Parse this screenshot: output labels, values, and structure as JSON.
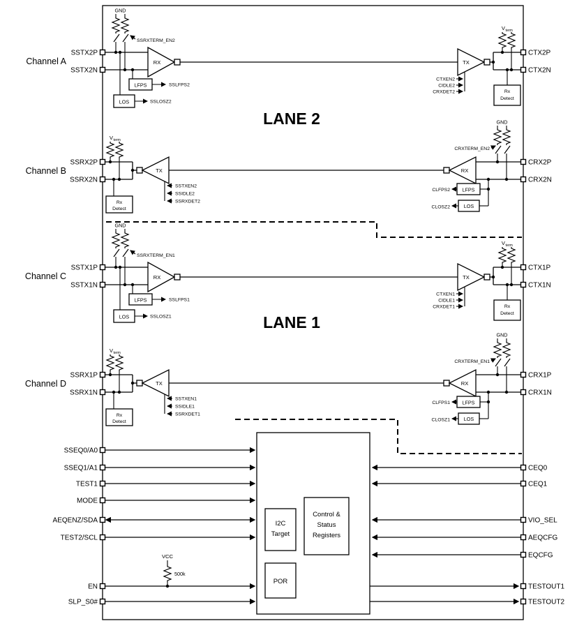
{
  "colors": {
    "ink": "#000000",
    "background": "#ffffff"
  },
  "common": {
    "gnd": "GND",
    "vterm_v": "V",
    "vterm_sub": "term",
    "rx": "RX",
    "tx": "TX",
    "lfps": "LFPS",
    "los": "LOS",
    "rx_detect_line1": "Rx",
    "rx_detect_line2": "Detect"
  },
  "lanes": {
    "lane_2": "LANE 2",
    "lane_1": "LANE 1"
  },
  "channel_a": {
    "label": "Channel A",
    "pin_left_p": "SSTX2P",
    "pin_left_n": "SSTX2N",
    "pin_right_p": "CTX2P",
    "pin_right_n": "CTX2N",
    "term_en": "SSRXTERM_EN2",
    "lfps_out": "SSLFPS2",
    "los_out": "SSLOSZ2",
    "ctl_1": "CTXEN2",
    "ctl_2": "CIDLE2",
    "ctl_3": "CRXDET2"
  },
  "channel_b": {
    "label": "Channel B",
    "pin_left_p": "SSRX2P",
    "pin_left_n": "SSRX2N",
    "pin_right_p": "CRX2P",
    "pin_right_n": "CRX2N",
    "term_en": "CRXTERM_EN2",
    "ctl_1": "SSTXEN2",
    "ctl_2": "SSIDLE2",
    "ctl_3": "SSRXDET2",
    "lfps_out": "CLFPS2",
    "los_out": "CLOSZ2"
  },
  "channel_c": {
    "label": "Channel C",
    "pin_left_p": "SSTX1P",
    "pin_left_n": "SSTX1N",
    "pin_right_p": "CTX1P",
    "pin_right_n": "CTX1N",
    "term_en": "SSRXTERM_EN1",
    "lfps_out": "SSLFPS1",
    "los_out": "SSLOSZ1",
    "ctl_1": "CTXEN1",
    "ctl_2": "CIDLE1",
    "ctl_3": "CRXDET1"
  },
  "channel_d": {
    "label": "Channel D",
    "pin_left_p": "SSRX1P",
    "pin_left_n": "SSRX1N",
    "pin_right_p": "CRX1P",
    "pin_right_n": "CRX1N",
    "term_en": "CRXTERM_EN1",
    "ctl_1": "SSTXEN1",
    "ctl_2": "SSIDLE1",
    "ctl_3": "SSRXDET1",
    "lfps_out": "CLFPS1",
    "los_out": "CLOSZ1"
  },
  "control": {
    "pins_left": [
      "SSEQ0/A0",
      "SSEQ1/A1",
      "TEST1",
      "MODE",
      "AEQENZ/SDA",
      "TEST2/SCL",
      "EN",
      "SLP_S0#"
    ],
    "pins_right": [
      "CEQ0",
      "CEQ1",
      "VIO_SEL",
      "AEQCFG",
      "EQCFG",
      "TESTOUT1",
      "TESTOUT2"
    ],
    "i2c_line1": "I2C",
    "i2c_line2": "Target",
    "csr_line1": "Control &",
    "csr_line2": "Status",
    "csr_line3": "Registers",
    "por": "POR",
    "vcc": "VCC",
    "pullup_value": "500k"
  }
}
